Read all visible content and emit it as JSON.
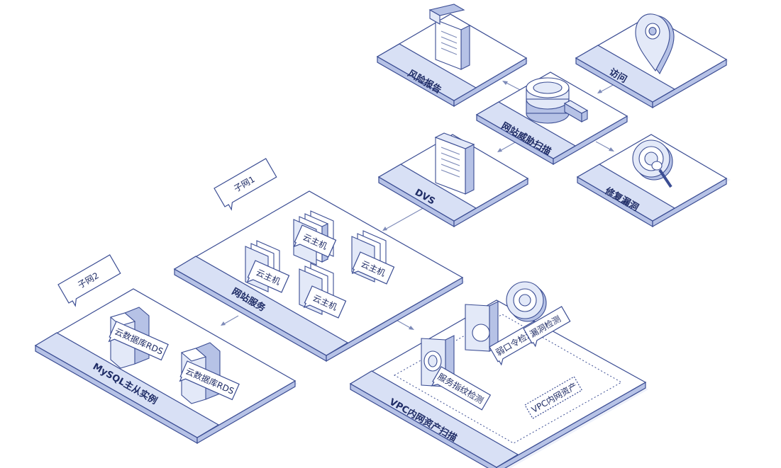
{
  "platforms": {
    "risk_report": "风险报告",
    "visit": "访问",
    "site_scan": "网站威胁扫描",
    "dvs": "DVS",
    "fix_vuln": "修复漏洞",
    "web_service": "网站服务",
    "mysql": "MySQL主从实例",
    "vpc_scan": "VPC内网资产扫描"
  },
  "tags": {
    "subnet1": "子网1",
    "subnet2": "子网2",
    "host": "云主机",
    "rds": "云数据库RDS",
    "weak_password": "弱口令检测",
    "vuln_detect": "漏洞检测",
    "fingerprint": "服务指纹检测",
    "vpc_assets": "VPC内网资产"
  },
  "colors": {
    "outline": "#3b4d93",
    "strip": "#d8e0f5",
    "side": "#b6c2e6",
    "text": "#1f2c66",
    "edge": "#7d8ab8"
  }
}
